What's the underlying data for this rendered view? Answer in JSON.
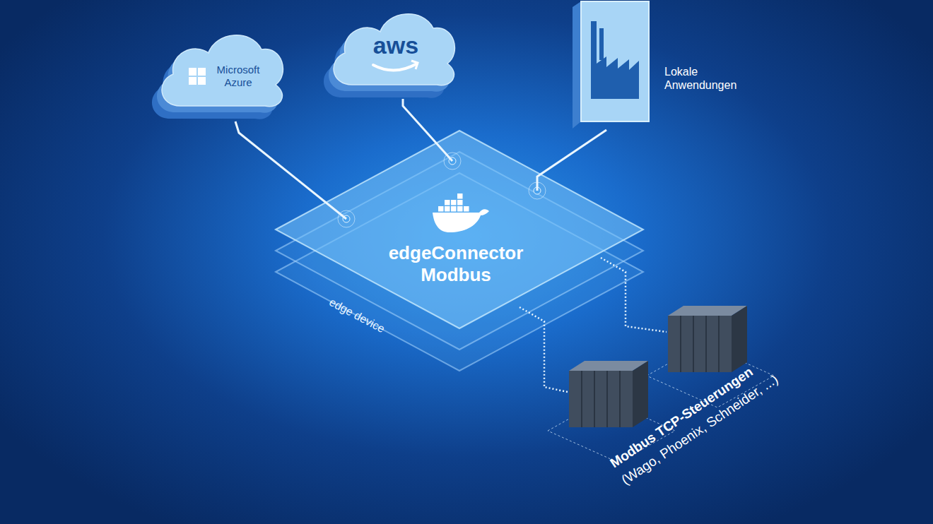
{
  "diagram": {
    "nodes": [
      {
        "text": [
          "Microsoft Azure"
        ]
      },
      {
        "text": [
          "aws"
        ]
      },
      {
        "text": [
          "Lokale Anwendungen"
        ]
      },
      {
        "text": [
          "edge device"
        ]
      },
      {
        "text": [
          "edgeConnector Modbus"
        ],
        "in": 3
      },
      {
        "text": [
          "Modbus TCP-Steuerungen",
          "(Wago, Phoenix, Schneider, ...)"
        ]
      }
    ],
    "edges": [
      {
        "from": 4,
        "to": 0,
        "arrow": "none"
      },
      {
        "from": 4,
        "to": 1,
        "arrow": "none"
      },
      {
        "from": 4,
        "to": 2,
        "arrow": "none"
      },
      {
        "from": 4,
        "to": 5,
        "arrow": "none"
      },
      {
        "from": 4,
        "to": 5,
        "arrow": "none"
      }
    ]
  }
}
